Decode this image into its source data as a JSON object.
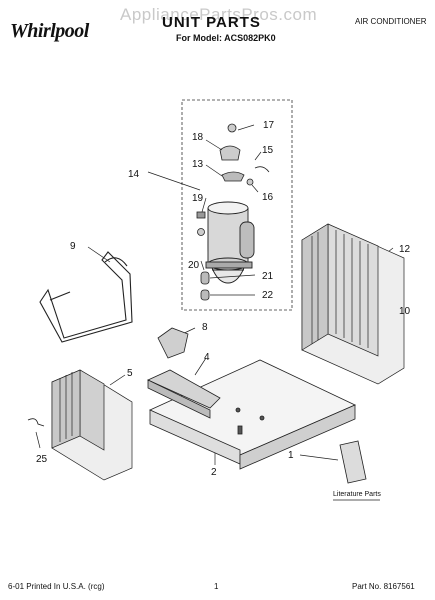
{
  "header": {
    "brand": "Whirlpool",
    "watermark": "AppliancePartsPros.com",
    "title": "UNIT PARTS",
    "model_line": "For Model: ACS082PK0",
    "product": "AIR CONDITIONER"
  },
  "callouts": {
    "c1": "1",
    "c2": "2",
    "c4": "4",
    "c5": "5",
    "c8": "8",
    "c9": "9",
    "c10": "10",
    "c12": "12",
    "c13": "13",
    "c14": "14",
    "c15": "15",
    "c16": "16",
    "c17": "17",
    "c18": "18",
    "c19": "19",
    "c20": "20",
    "c21": "21",
    "c22": "22",
    "c25": "25"
  },
  "literature_label": "Literature Parts",
  "footer": {
    "printed": "6-01 Printed In U.S.A. (rcg)",
    "page": "1",
    "part_no": "Part No. 8167561"
  }
}
